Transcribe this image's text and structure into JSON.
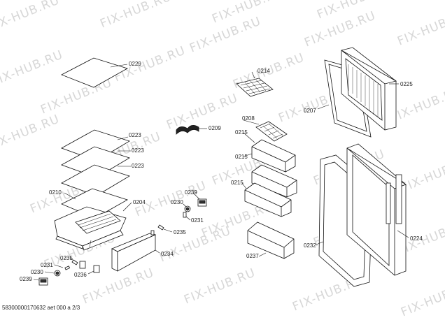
{
  "watermark": "FIX-HUB.RU",
  "footer": "58300000170632 aet 000 a 2/3",
  "labels": {
    "p0229": "0229",
    "p0223a": "0223",
    "p0223b": "0223",
    "p0223c": "0223",
    "p0210": "0210",
    "p0204": "0204",
    "p0209": "0209",
    "p0239a": "0239",
    "p0230a": "0230",
    "p0231a": "0231",
    "p0235a": "0235",
    "p0234": "0234",
    "p0235b": "0235",
    "p0231b": "0231",
    "p0230b": "0230",
    "p0239b": "0239",
    "p0236": "0236",
    "p0214": "0214",
    "p0208": "0208",
    "p0215a": "0215",
    "p0215b": "0215",
    "p0215c": "0215",
    "p0237": "0237",
    "p0207": "0207",
    "p0225": "0225",
    "p0232": "0232",
    "p0224": "0224"
  }
}
